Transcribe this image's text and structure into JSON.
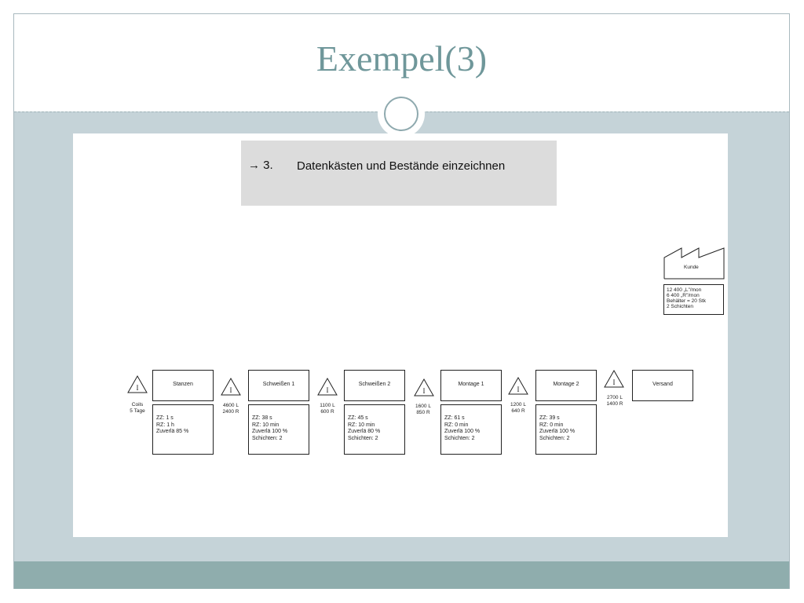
{
  "slide": {
    "title": "Exempel(3)",
    "step_arrow": "→ 3.",
    "step_text": "Datenkästen und Bestände einzeichnen"
  },
  "customer": {
    "label": "Kunde",
    "data": [
      "12 400 „L\"/mon",
      "6 400 „R\"/mon",
      "Behälter = 20 Stk",
      "2 Schichten"
    ]
  },
  "processes": [
    {
      "name": "Stanzen",
      "data": [
        "ZZ: 1 s",
        "RZ: 1 h",
        "Zuverlä 85 %"
      ]
    },
    {
      "name": "Schweißen 1",
      "data": [
        "ZZ: 38 s",
        "RZ: 10 min",
        "Zuverlä 100 %",
        "Schichten: 2"
      ]
    },
    {
      "name": "Schweißen 2",
      "data": [
        "ZZ: 45 s",
        "RZ: 10 min",
        "Zuverlä 80 %",
        "Schichten: 2"
      ]
    },
    {
      "name": "Montage 1",
      "data": [
        "ZZ: 61 s",
        "RZ: 0 min",
        "Zuverlä 100 %",
        "Schichten: 2"
      ]
    },
    {
      "name": "Montage 2",
      "data": [
        "ZZ: 39 s",
        "RZ: 0 min",
        "Zuverlä 100 %",
        "Schichten: 2"
      ]
    },
    {
      "name": "Versand",
      "data": []
    }
  ],
  "inventories": [
    {
      "symbol": "I",
      "lines": [
        "Coils",
        "5 Tage"
      ]
    },
    {
      "symbol": "I",
      "lines": [
        "4600 L",
        "2400 R"
      ]
    },
    {
      "symbol": "I",
      "lines": [
        "1100 L",
        "600 R"
      ]
    },
    {
      "symbol": "I",
      "lines": [
        "1600 L",
        "850 R"
      ]
    },
    {
      "symbol": "I",
      "lines": [
        "1200 L",
        "640 R"
      ]
    },
    {
      "symbol": "I",
      "lines": [
        "2700 L",
        "1400 R"
      ]
    }
  ]
}
